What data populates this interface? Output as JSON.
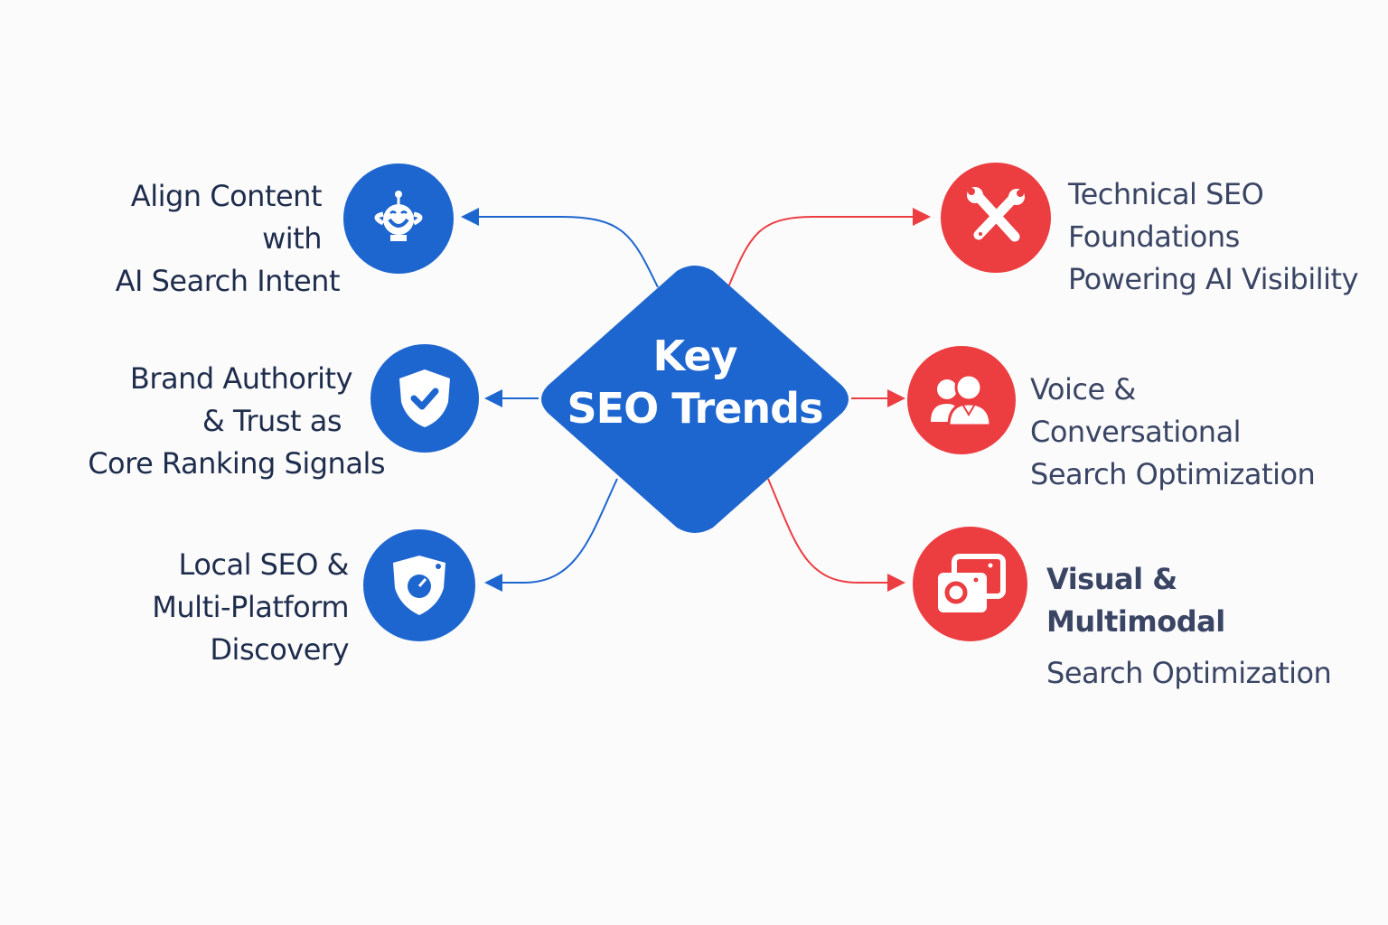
{
  "center": {
    "line1": "Key",
    "line2": "SEO Trends",
    "color": "#1e66cf"
  },
  "colors": {
    "blue": "#1e66cf",
    "red": "#ec3d41",
    "text": "#1f2d4d"
  },
  "left_nodes": [
    {
      "icon": "robot-icon",
      "lines": [
        "Align Content",
        "with",
        "AI Search Intent"
      ]
    },
    {
      "icon": "shield-check-icon",
      "lines": [
        "Brand Authority",
        "& Trust as",
        "Core Ranking Signals"
      ]
    },
    {
      "icon": "shield-gauge-icon",
      "lines": [
        "Local SEO &",
        "Multi-Platform",
        "Discovery"
      ]
    }
  ],
  "right_nodes": [
    {
      "icon": "wrench-screwdriver-icon",
      "lines": [
        "Technical SEO",
        "Foundations",
        "Powering AI Visibility"
      ]
    },
    {
      "icon": "users-icon",
      "lines": [
        "Voice &",
        "Conversational",
        "Search Optimization"
      ]
    },
    {
      "icon": "camera-image-icon",
      "lines": [
        "Visual &",
        "Multimodal",
        "Search Optimization"
      ]
    }
  ]
}
